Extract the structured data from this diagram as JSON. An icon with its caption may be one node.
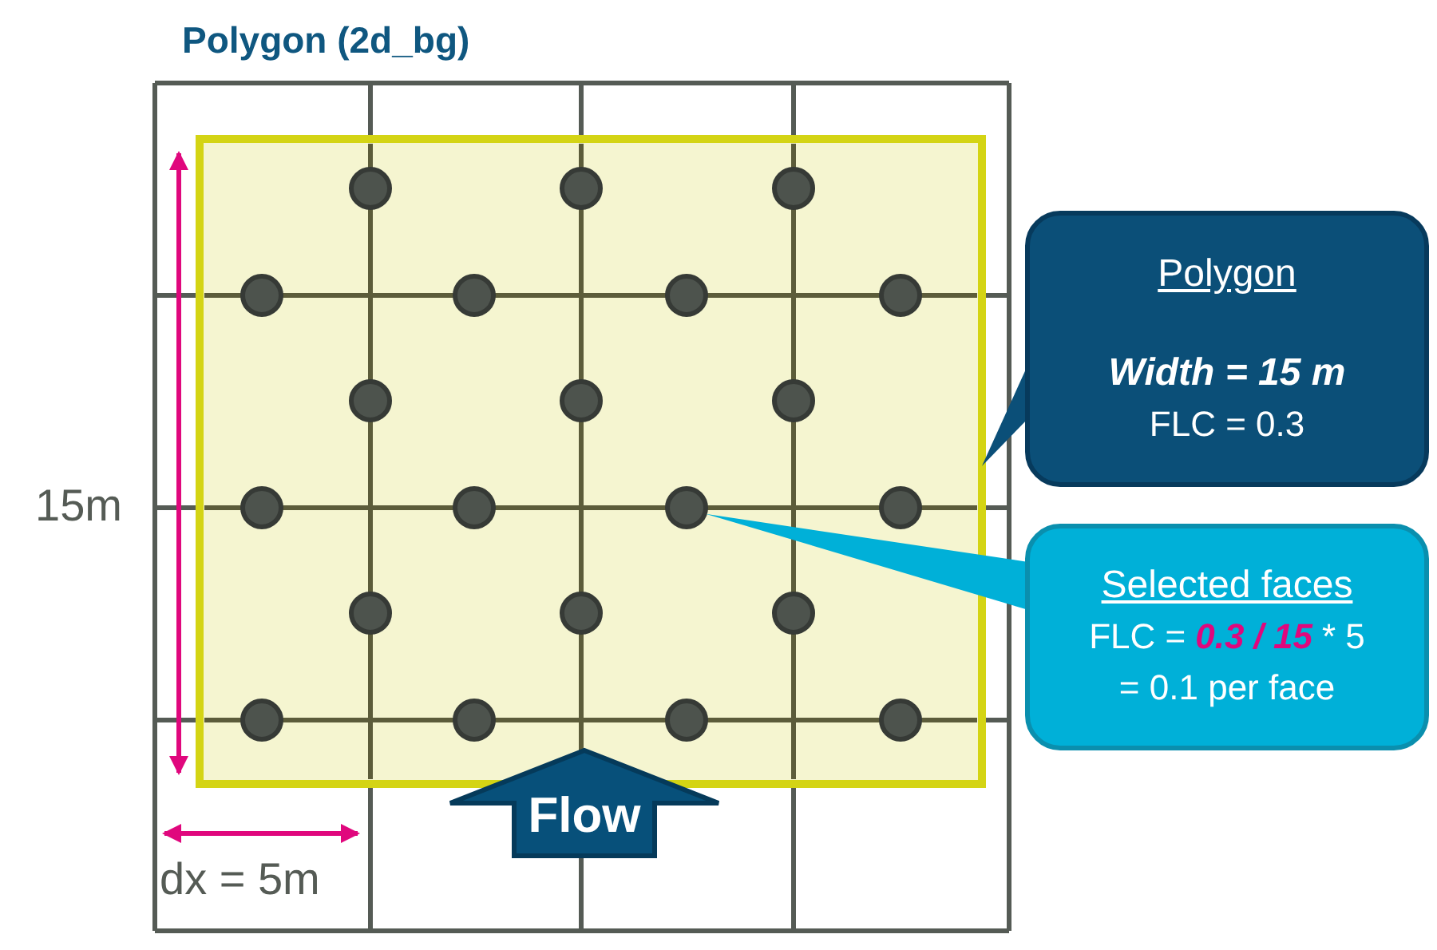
{
  "diagram": {
    "title": "Polygon (2d_bg)",
    "nodes": [
      {
        "text": [],
        "shape": "box"
      },
      {
        "text": [],
        "shape": "circle",
        "in": 0
      },
      {
        "text": [],
        "shape": "circle",
        "in": 0
      },
      {
        "text": [],
        "shape": "circle",
        "in": 0
      },
      {
        "text": [],
        "shape": "circle",
        "in": 0
      },
      {
        "text": [],
        "shape": "circle",
        "in": 0
      },
      {
        "text": [],
        "shape": "circle",
        "in": 0
      },
      {
        "text": [],
        "shape": "circle",
        "in": 0
      },
      {
        "text": [],
        "shape": "circle",
        "in": 0
      },
      {
        "text": [],
        "shape": "circle",
        "in": 0
      },
      {
        "text": [],
        "shape": "circle",
        "in": 0
      },
      {
        "text": [],
        "shape": "circle",
        "in": 0
      },
      {
        "text": [],
        "shape": "circle",
        "in": 0
      },
      {
        "text": [],
        "shape": "circle",
        "in": 0
      },
      {
        "text": [],
        "shape": "circle",
        "in": 0
      },
      {
        "text": [],
        "shape": "circle",
        "in": 0
      },
      {
        "text": [],
        "shape": "circle",
        "in": 0
      },
      {
        "text": [],
        "shape": "circle",
        "in": 0
      },
      {
        "text": [],
        "shape": "circle",
        "in": 0
      },
      {
        "text": [],
        "shape": "circle",
        "in": 0
      },
      {
        "text": [],
        "shape": "circle",
        "in": 0
      },
      {
        "text": [],
        "shape": "circle",
        "in": 0
      },
      {
        "text": [
          "Polygon",
          "Width = 15 m",
          "FLC = 0.3"
        ]
      },
      {
        "text": [
          "Selected faces",
          "FLC =",
          "0.3 / 15",
          "* 5",
          "= 0.1 per face"
        ]
      },
      {
        "text": [
          "Flow"
        ]
      }
    ],
    "edges": [
      {
        "from": 22,
        "to": 0,
        "arrow": "none"
      },
      {
        "from": 23,
        "to": 13,
        "arrow": "none"
      }
    ],
    "labels": [
      "15m",
      "dx = 5m"
    ]
  }
}
